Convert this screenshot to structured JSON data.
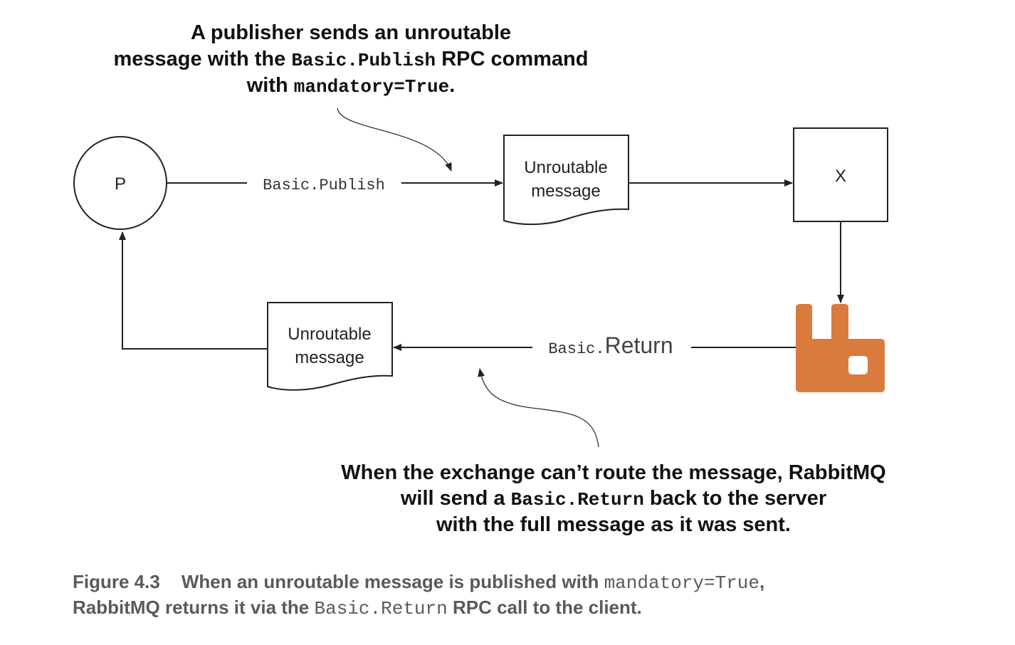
{
  "top_annotation": {
    "line1": "A publisher sends an unroutable",
    "line2_pre": "message with the ",
    "line2_code": "Basic.Publish",
    "line2_post": " RPC command",
    "line3_pre": "with ",
    "line3_code": "mandatory=True",
    "line3_post": "."
  },
  "nodes": {
    "publisher": "P",
    "message_top_line1": "Unroutable",
    "message_top_line2": "message",
    "exchange": "X",
    "message_bottom_line1": "Unroutable",
    "message_bottom_line2": "message"
  },
  "edges": {
    "publish_label": "Basic.Publish",
    "return_label_mono": "Basic.",
    "return_label_sans": "Return"
  },
  "bottom_annotation": {
    "line1": "When the exchange can’t route the message, RabbitMQ",
    "line2_pre": "will send a ",
    "line2_code": "Basic.Return",
    "line2_post": " back to the server",
    "line3": "with the full message as it was sent."
  },
  "caption": {
    "figure_label": "Figure 4.3",
    "line1_text": "When an unroutable message is published with ",
    "line1_code": "mandatory=True",
    "line1_post": ",",
    "line2_pre": "RabbitMQ returns it via the ",
    "line2_code": "Basic.Return",
    "line2_post": " RPC call to the client."
  },
  "colors": {
    "rabbitmq_logo": "#d97b3d",
    "caption_text": "#5a5a5a"
  },
  "icons": {
    "rabbitmq": "rabbitmq-logo-icon"
  }
}
